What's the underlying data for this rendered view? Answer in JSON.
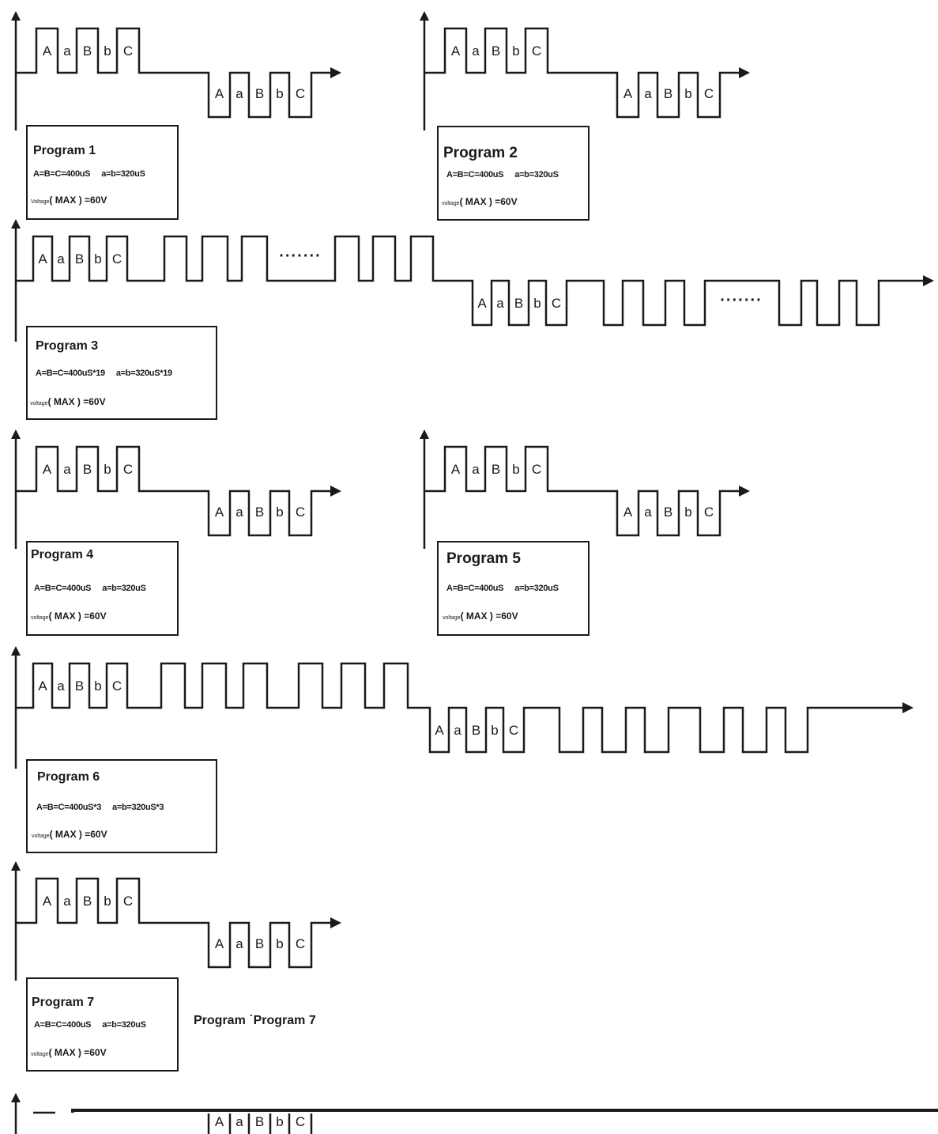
{
  "pulse_labels": [
    "A",
    "a",
    "B",
    "b",
    "C"
  ],
  "ellipsis": "·······",
  "programs": [
    {
      "title": "Program 1",
      "param_abc": "A=B=C=400uS",
      "param_ab": "a=b=320uS",
      "voltage_small": "Voltage",
      "voltage_value": "( MAX ) =60V"
    },
    {
      "title": "Program 2",
      "param_abc": "A=B=C=400uS",
      "param_ab": "a=b=320uS",
      "voltage_small": "voltage",
      "voltage_value": "( MAX ) =60V"
    },
    {
      "title": "Program 3",
      "param_abc": "A=B=C=400uS*19",
      "param_ab": "a=b=320uS*19",
      "voltage_small": "voltage",
      "voltage_value": "( MAX ) =60V"
    },
    {
      "title": "Program 4",
      "param_abc": "A=B=C=400uS",
      "param_ab": "a=b=320uS",
      "voltage_small": "voltage",
      "voltage_value": "( MAX ) =60V"
    },
    {
      "title": "Program 5",
      "param_abc": "A=B=C=400uS",
      "param_ab": "a=b=320uS",
      "voltage_small": "voltage",
      "voltage_value": "( MAX ) =60V"
    },
    {
      "title": "Program 6",
      "param_abc": "A=B=C=400uS*3",
      "param_ab": "a=b=320uS*3",
      "voltage_small": "voltage",
      "voltage_value": "( MAX ) =60V"
    },
    {
      "title": "Program 7",
      "param_abc": "A=B=C=400uS",
      "param_ab": "a=b=320uS",
      "voltage_small": "voltage",
      "voltage_value": "( MAX ) =60V"
    }
  ],
  "caption": "Program ˙Program 7"
}
